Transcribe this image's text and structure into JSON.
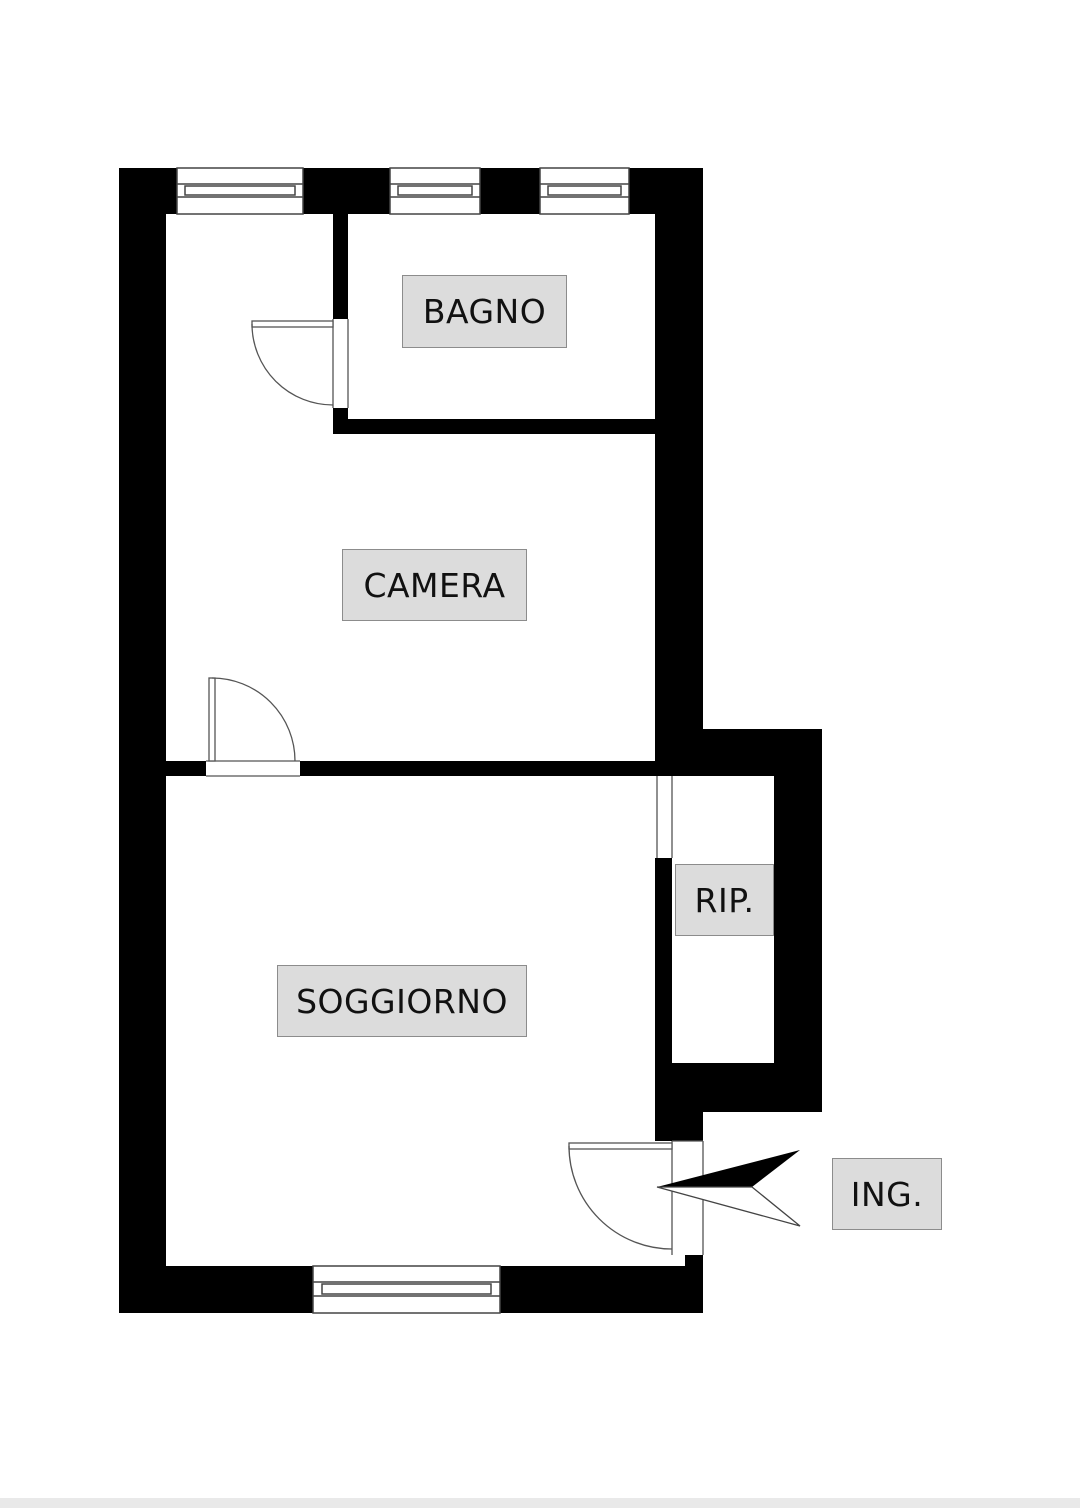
{
  "plan": {
    "rooms": {
      "bagno": "BAGNO",
      "camera": "CAMERA",
      "soggiorno": "SOGGIORNO",
      "ripostiglio": "RIP.",
      "ingresso": "ING."
    },
    "colors": {
      "wall": "#000000",
      "label_background": "#dcdcdc",
      "label_border": "#8c8c8c",
      "background": "#ffffff"
    }
  }
}
